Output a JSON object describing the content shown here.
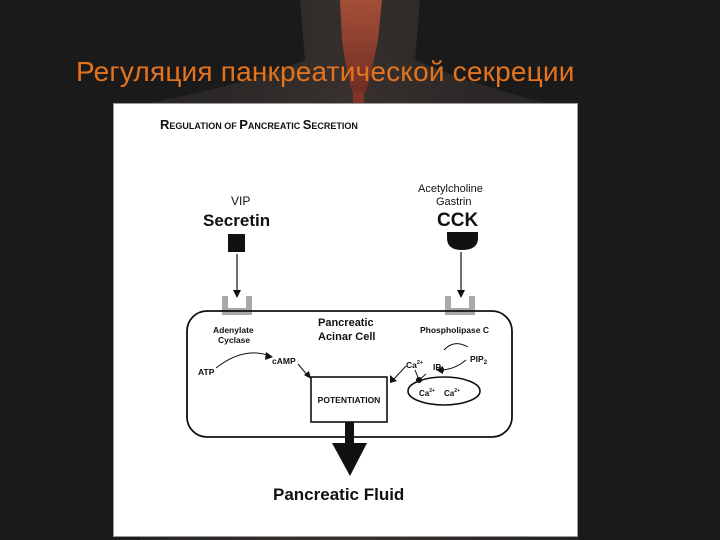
{
  "slide": {
    "title": "Регуляция панкреатической секреции"
  },
  "figure": {
    "heading_r": "R",
    "heading_egulation": "EGULATION OF ",
    "heading_p": "P",
    "heading_ancreatic": "ANCREATIC ",
    "heading_s": "S",
    "heading_ecretion": "ECRETION",
    "left_stimulus": {
      "minor": "VIP",
      "major": "Secretin"
    },
    "right_stimulus": {
      "minor1": "Acetylcholine",
      "minor2": "Gastrin",
      "major": "CCK"
    },
    "cell": {
      "label1": "Pancreatic",
      "label2": "Acinar Cell",
      "adenylate1": "Adenylate",
      "adenylate2": "Cyclase",
      "atp": "ATP",
      "camp": "cAMP",
      "phospholipase": "Phospholipase C",
      "ca": "Ca",
      "ca_sup": "2+",
      "ip": "IP",
      "ip_sub": "3",
      "pip": "PIP",
      "pip_sub": "2",
      "store_ca1": "Ca",
      "store_ca2": "Ca",
      "potentiation": "POTENTIATION"
    },
    "output": "Pancreatic Fluid"
  },
  "colors": {
    "title": "#e4731d",
    "receptor": "#a9a9a9",
    "ink": "#111111"
  }
}
